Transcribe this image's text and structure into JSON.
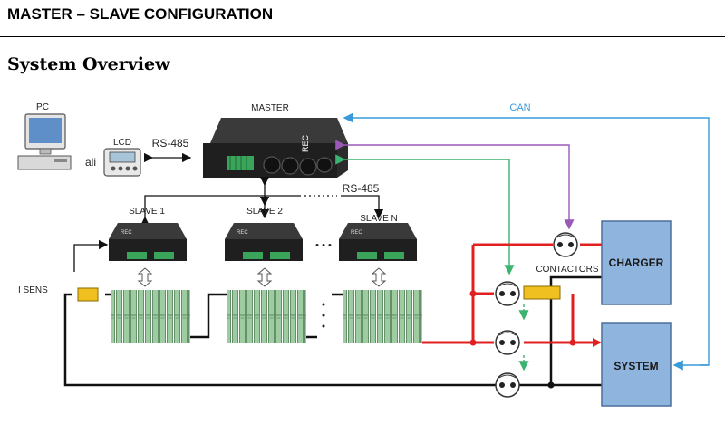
{
  "document": {
    "heading": "MASTER – SLAVE CONFIGURATION",
    "section_title": "System Overview"
  },
  "diagram": {
    "pc_label": "PC",
    "pc_link_label": "ali",
    "lcd_label": "LCD",
    "rs485_top_label": "RS-485",
    "master_label": "MASTER",
    "master_brand": "REC",
    "can_label": "CAN",
    "rs485_bus_label": "RS-485",
    "slave_labels": [
      "SLAVE 1",
      "SLAVE 2",
      "SLAVE N"
    ],
    "slave_brand": "REC",
    "slave_ellipsis": "• • •",
    "isens_label": "I SENS",
    "contactors_label": "CONTACTORS",
    "charger_label": "CHARGER",
    "system_label": "SYSTEM",
    "colors": {
      "can_line": "#3a9ad9",
      "purple_line": "#9b59b6",
      "green_line": "#3cb371",
      "power_line": "#e02020",
      "box_fill": "#8fb4de",
      "box_stroke": "#4a6f9c",
      "cell_fill": "#9ccca0",
      "shunt_fill": "#f0c020",
      "device_fill": "#1f1f1f"
    }
  }
}
